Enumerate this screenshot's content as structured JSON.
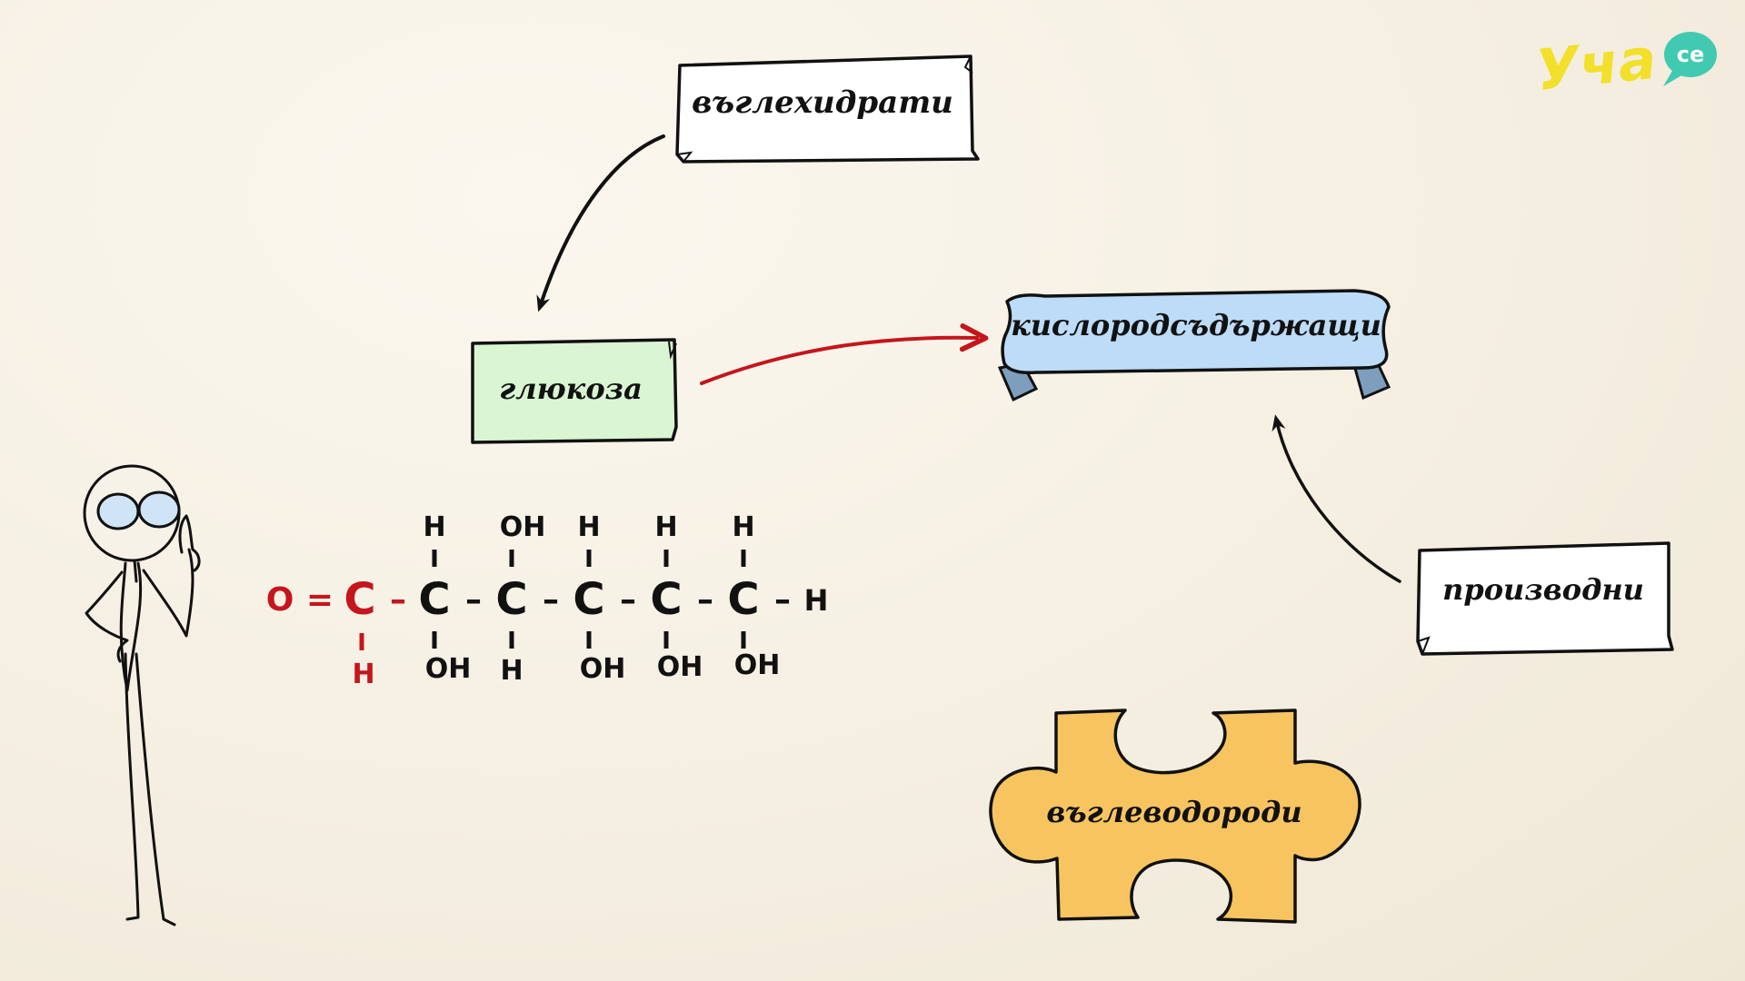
{
  "logo": {
    "text": "Уча",
    "suffix": "се",
    "brand_color": "#f2e02a",
    "accent_color": "#42c9b2"
  },
  "labels": {
    "carbohydrates": "въглехидрати",
    "glucose": "глюкоза",
    "oxygen_containing": "кислородсъдържащи",
    "derivatives": "производни",
    "hydrocarbons": "въглеводороди"
  },
  "colors": {
    "background": "#f6f0e4",
    "glucose_box": "#d9f5d2",
    "ribbon": "#bcdcf7",
    "ribbon_fold": "#7d9fbd",
    "puzzle": "#f8c460",
    "red": "#c4161c",
    "ink": "#111111"
  },
  "formula": {
    "red_atoms": {
      "oxygen": "O",
      "double_bond": "=",
      "carbon": "C",
      "single_bond": "–",
      "hydrogen_below": "H"
    },
    "carbon": "C",
    "bond": "–",
    "end_h": "H",
    "tops": [
      "H",
      "OH",
      "H",
      "H",
      "H"
    ],
    "bottoms": [
      "OH",
      "H",
      "OH",
      "OH",
      "OH"
    ]
  }
}
